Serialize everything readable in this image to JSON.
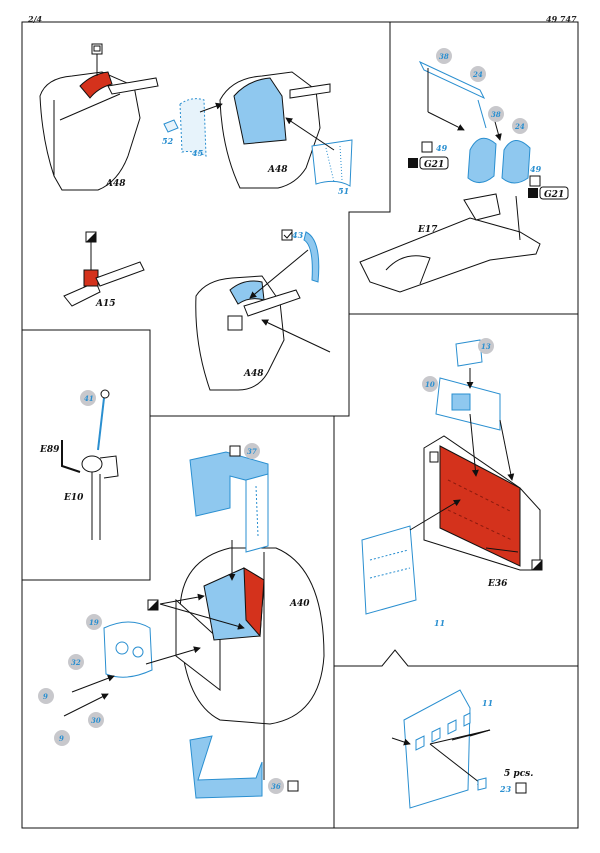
{
  "page": {
    "left": "2/4",
    "right": "49 747"
  },
  "part_labels": {
    "a48_top": "A48",
    "a48_mid": "A48",
    "a48_low": "A48",
    "a15": "A15",
    "e17": "E17",
    "e89": "E89",
    "e10": "E10",
    "a40": "A40",
    "e36": "E36"
  },
  "etch_numbers": {
    "n52": "52",
    "n45": "45",
    "n51": "51",
    "n43": "43",
    "n38a": "38",
    "n24a": "24",
    "n49a": "49",
    "n38b": "38",
    "n24b": "24",
    "n49b": "49",
    "n41": "41",
    "n37": "37",
    "n13": "13",
    "n10": "10",
    "n11a": "11",
    "n11b": "11",
    "n19": "19",
    "n32": "32",
    "n9a": "9",
    "n30": "30",
    "n9b": "9",
    "n36": "36",
    "n23": "23"
  },
  "tags": {
    "g21a": "G21",
    "g21b": "G21",
    "five_pcs": "5 pcs."
  },
  "colors": {
    "etch_blue": "#8fc8ef",
    "etch_blue_dark": "#2a8fd0",
    "paint_red": "#d4321c",
    "grey_bubble": "#c8c8cc",
    "line": "#111111"
  },
  "icons": [
    "check-box-icon",
    "paint-box-icon",
    "seat-belt-tag-icon",
    "instruction-arrow-icon"
  ]
}
